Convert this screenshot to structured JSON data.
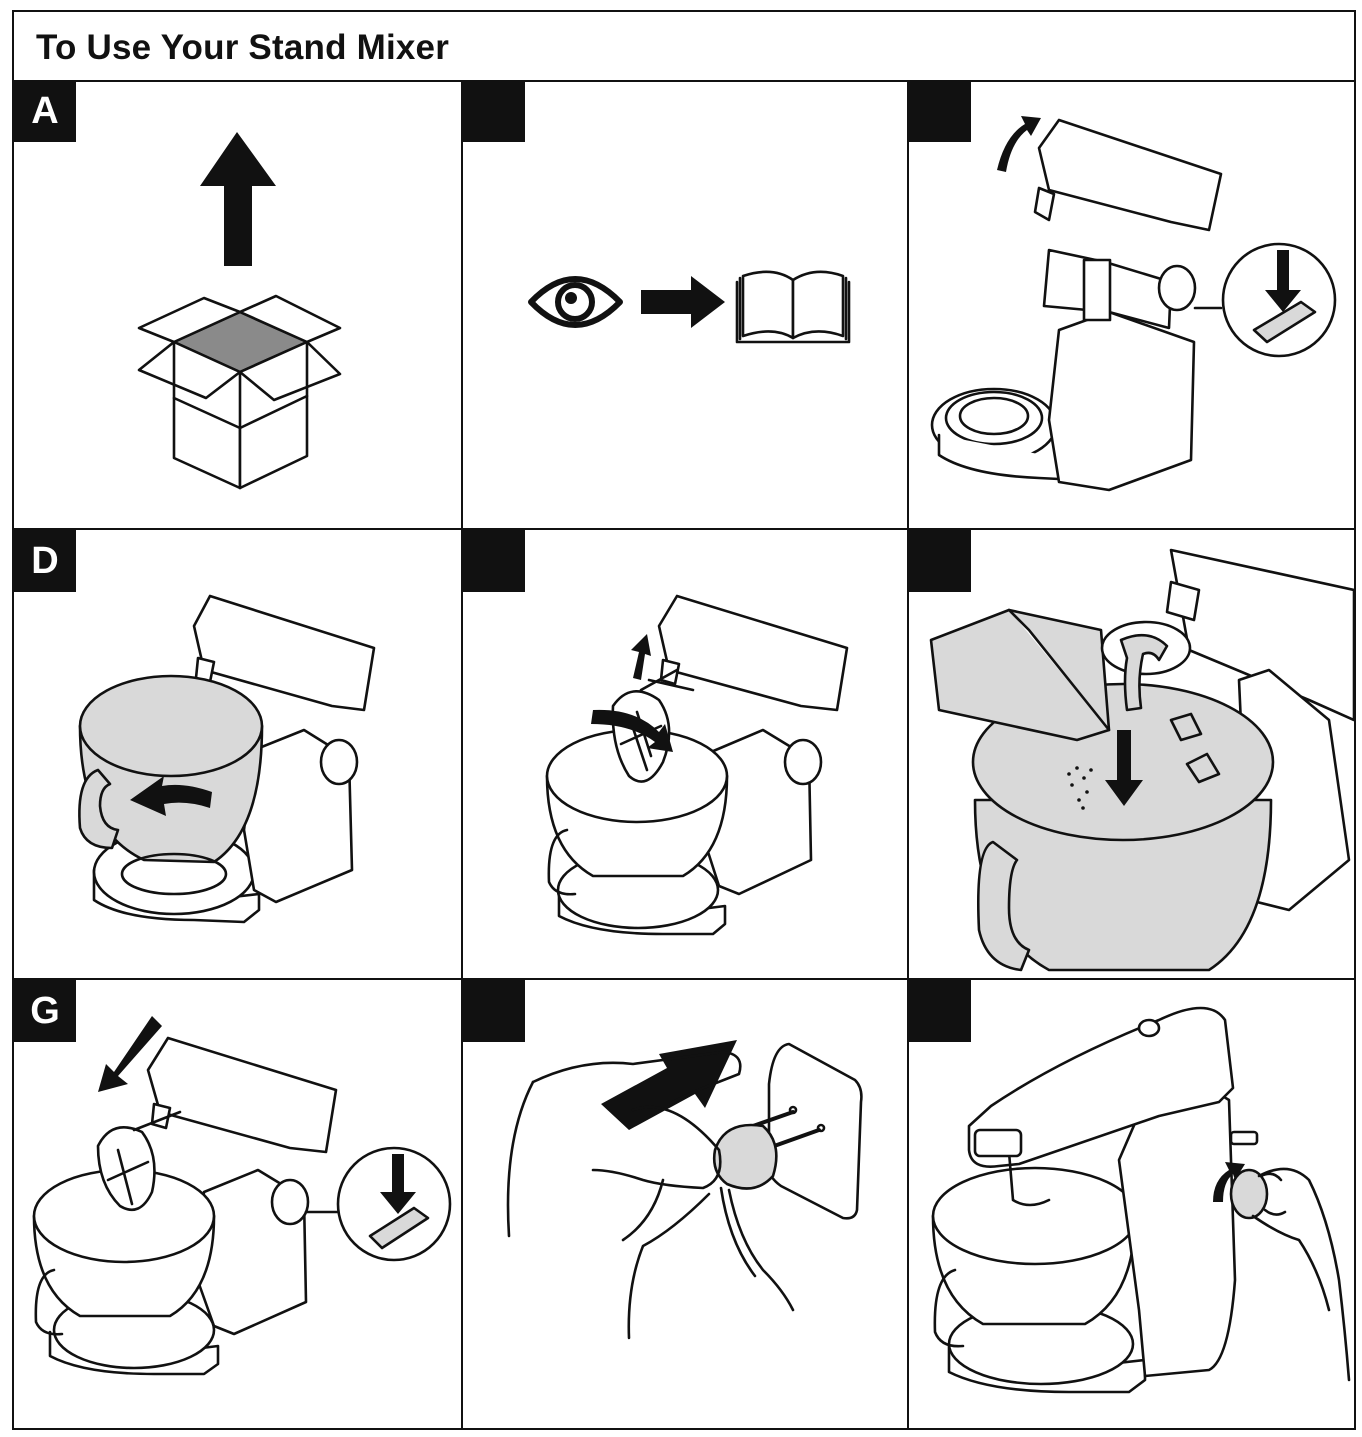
{
  "title": "To Use Your Stand Mixer",
  "colors": {
    "ink": "#111111",
    "bowl_gray": "#d9d9d9",
    "box_gray": "#8a8a8a",
    "background": "#ffffff"
  },
  "panels": [
    {
      "letter": "A",
      "icon": "unpack-box-icon"
    },
    {
      "letter": "",
      "icon": "read-manual-icon"
    },
    {
      "letter": "",
      "icon": "raise-head-icon"
    },
    {
      "letter": "D",
      "icon": "fit-bowl-icon"
    },
    {
      "letter": "",
      "icon": "fit-tool-icon"
    },
    {
      "letter": "",
      "icon": "add-ingredients-icon"
    },
    {
      "letter": "G",
      "icon": "lower-head-icon"
    },
    {
      "letter": "",
      "icon": "plug-in-icon"
    },
    {
      "letter": "",
      "icon": "turn-on-icon"
    }
  ]
}
